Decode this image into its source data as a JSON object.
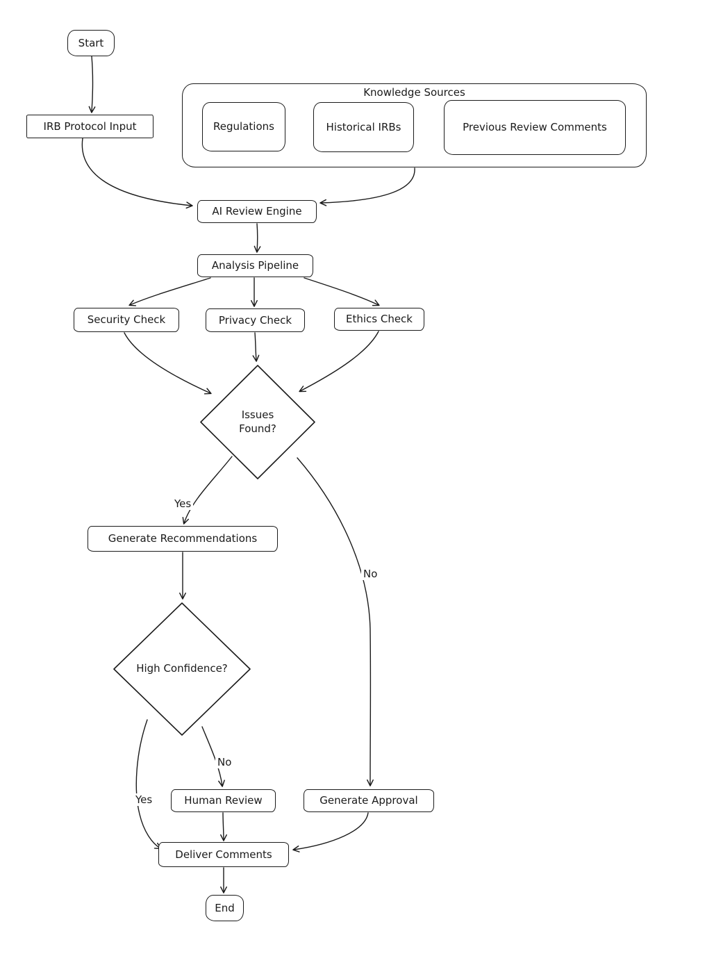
{
  "diagram": {
    "background": "#ffffff",
    "stroke_color": "#1a1a1a",
    "nodes": {
      "start": {
        "label": "Start"
      },
      "irb_protocol_input": {
        "label": "IRB Protocol Input"
      },
      "knowledge_sources": {
        "label": "Knowledge Sources",
        "children": {
          "regulations": {
            "label": "Regulations"
          },
          "historical_irbs": {
            "label": "Historical IRBs"
          },
          "previous_review_comments": {
            "label": "Previous Review Comments"
          }
        }
      },
      "ai_review_engine": {
        "label": "AI Review Engine"
      },
      "analysis_pipeline": {
        "label": "Analysis Pipeline"
      },
      "security_check": {
        "label": "Security Check"
      },
      "privacy_check": {
        "label": "Privacy Check"
      },
      "ethics_check": {
        "label": "Ethics Check"
      },
      "issues_found": {
        "label": "Issues Found?"
      },
      "generate_recommendations": {
        "label": "Generate Recommendations"
      },
      "high_confidence": {
        "label": "High Confidence?"
      },
      "human_review": {
        "label": "Human Review"
      },
      "generate_approval": {
        "label": "Generate Approval"
      },
      "deliver_comments": {
        "label": "Deliver Comments"
      },
      "end": {
        "label": "End"
      }
    },
    "edge_labels": {
      "issues_yes": "Yes",
      "issues_no": "No",
      "confidence_yes": "Yes",
      "confidence_no": "No"
    }
  }
}
